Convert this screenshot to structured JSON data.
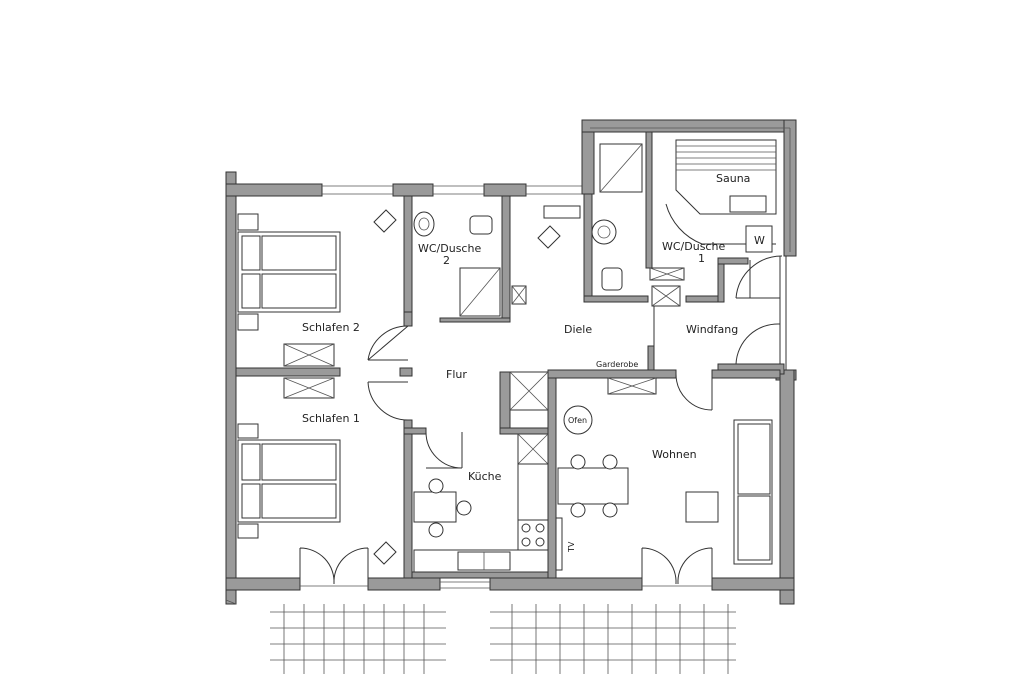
{
  "rooms": {
    "schlafen2": "Schlafen 2",
    "schlafen1": "Schlafen 1",
    "wc2_line1": "WC/Dusche",
    "wc2_line2": "2",
    "wc1_line1": "WC/Dusche",
    "wc1_line2": "1",
    "sauna": "Sauna",
    "diele": "Diele",
    "windfang": "Windfang",
    "flur": "Flur",
    "kueche": "Küche",
    "wohnen": "Wohnen",
    "garderobe": "Garderobe"
  },
  "fixtures": {
    "ofen": "Ofen",
    "tv": "TV",
    "w": "W"
  },
  "colors": {
    "wall": "#9a9a9a",
    "line": "#333333",
    "background": "#ffffff"
  }
}
